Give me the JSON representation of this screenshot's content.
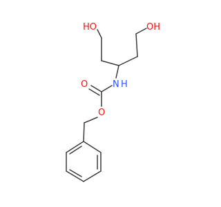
{
  "molecule": {
    "atom_labels": {
      "ho_top": "HO",
      "oh_right": "OH",
      "nh_n": "N",
      "nh_h": "H",
      "carbonyl_o": "O",
      "ester_o": "O"
    },
    "colors": {
      "bond": "#3a3a3a",
      "oxygen": "#ff0d0d",
      "nitrogen": "#3050f8"
    }
  }
}
